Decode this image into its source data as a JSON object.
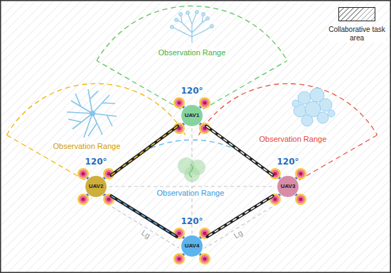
{
  "diagram": {
    "nodes": [
      {
        "text": [
          "120°",
          "UAV1"
        ]
      },
      {
        "text": [
          "120°",
          "UAV2"
        ]
      },
      {
        "text": [
          "120°",
          "UAV3"
        ]
      },
      {
        "text": [
          "120°",
          "UAV4"
        ]
      }
    ],
    "edges": [
      {
        "from": 0,
        "to": 1,
        "arrow": "none"
      },
      {
        "from": 0,
        "to": 2,
        "arrow": "none"
      },
      {
        "from": 1,
        "to": 3,
        "arrow": "none"
      },
      {
        "from": 2,
        "to": 3,
        "arrow": "none"
      }
    ],
    "labels": [
      "Observation Range",
      "Observation Range",
      "Observation Range",
      "Observation Range",
      "Lg",
      "Lg"
    ],
    "legend": [
      {
        "text": "Collaborative task area"
      }
    ]
  }
}
